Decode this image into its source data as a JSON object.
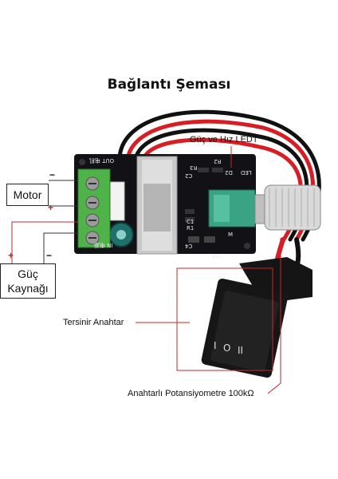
{
  "title": "Bağlantı Şeması",
  "labels": {
    "led": "Güç ve Hız LED'i",
    "switch": "Tersinir Anahtar",
    "pot": "Anahtarlı Potansiyometre 100kΩ"
  },
  "boxes": {
    "motor": "Motor",
    "power_line1": "Güç",
    "power_line2": "Kaynağı"
  },
  "signs": {
    "motor_minus": "−",
    "motor_plus": "+",
    "power_plus": "+",
    "power_minus": "−"
  },
  "pcb": {
    "out_label": "OUT 电机",
    "r2": "R2",
    "r3": "R3",
    "d2": "D2",
    "c1": "C1",
    "c2": "C2",
    "c3": "C3",
    "c4": "C4",
    "r1": "R1",
    "led": "LED",
    "in_label": "IN 电源",
    "m_label": "M"
  },
  "colors": {
    "pcb": "#121216",
    "terminal": "#4fb34a",
    "wire_red": "#d81e25",
    "wire_black": "#111111",
    "pot_body": "#3aa383",
    "callout_red": "#c62828"
  }
}
